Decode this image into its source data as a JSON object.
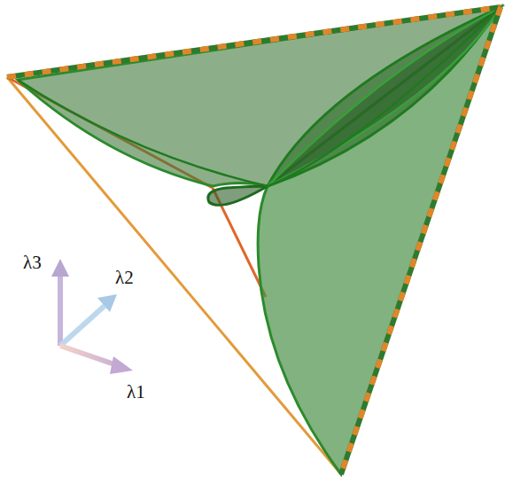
{
  "diagram": {
    "labels": [
      "λ3",
      "λ2",
      "λ1"
    ]
  }
}
